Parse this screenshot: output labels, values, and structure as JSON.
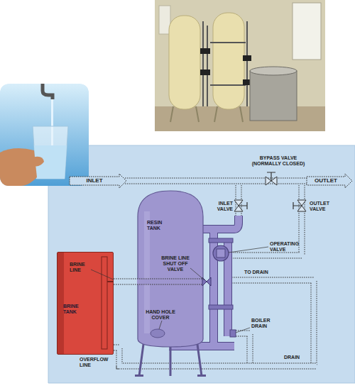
{
  "diagram": {
    "nodes": [
      {
        "text": [
          "RESIN TANK"
        ]
      },
      {
        "text": [
          "BRINE TANK"
        ]
      }
    ],
    "edges": [
      {
        "from": 1,
        "to": 0,
        "arrow": "none"
      }
    ],
    "labels": [
      "BYPASS VALVE (NORMALLY CLOSED)",
      "INLET",
      "OUTLET",
      "INLET VALVE",
      "OUTLET VALVE",
      "OPERATING VALVE",
      "BRINE LINE",
      "BRINE LINE SHUT OFF VALVE",
      "TO DRAIN",
      "HAND HOLE COVER",
      "BOILER DRAIN",
      "OVERFLOW LINE",
      "DRAIN"
    ]
  }
}
